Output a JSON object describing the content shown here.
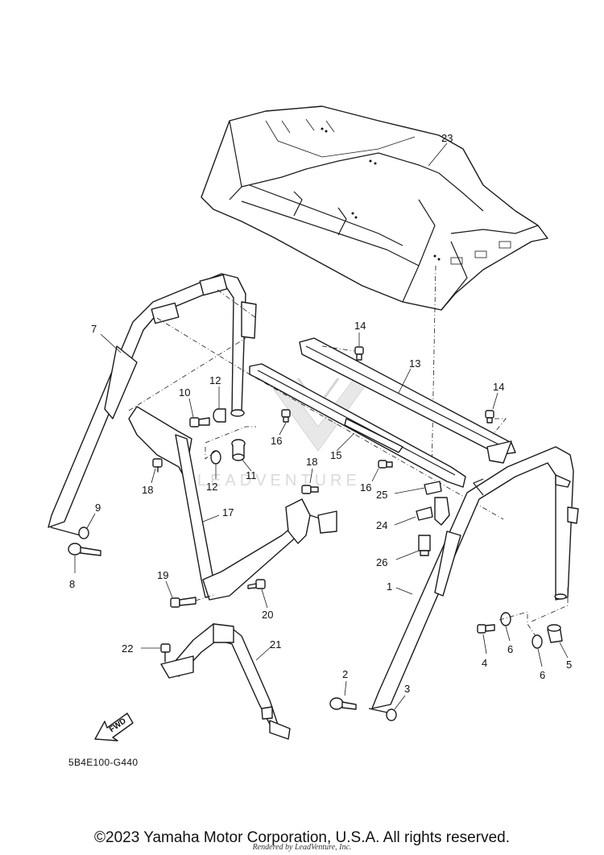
{
  "diagram": {
    "reference_code": "5B4E100-G440",
    "fwd_label": "FWD",
    "watermark_text": "LEADVENTURE",
    "copyright": "©2023 Yamaha Motor Corporation, U.S.A. All rights reserved.",
    "rendered_by": "Rendered by LeadVenture, Inc.",
    "callouts": {
      "c1": "1",
      "c2": "2",
      "c3": "3",
      "c4": "4",
      "c5": "5",
      "c6a": "6",
      "c6b": "6",
      "c7": "7",
      "c8": "8",
      "c9": "9",
      "c10": "10",
      "c11": "11",
      "c12a": "12",
      "c12b": "12",
      "c13": "13",
      "c14a": "14",
      "c14b": "14",
      "c15": "15",
      "c16a": "16",
      "c16b": "16",
      "c17": "17",
      "c18a": "18",
      "c18b": "18",
      "c19": "19",
      "c20": "20",
      "c21": "21",
      "c22": "22",
      "c23": "23",
      "c24": "24",
      "c25": "25",
      "c26": "26"
    }
  }
}
